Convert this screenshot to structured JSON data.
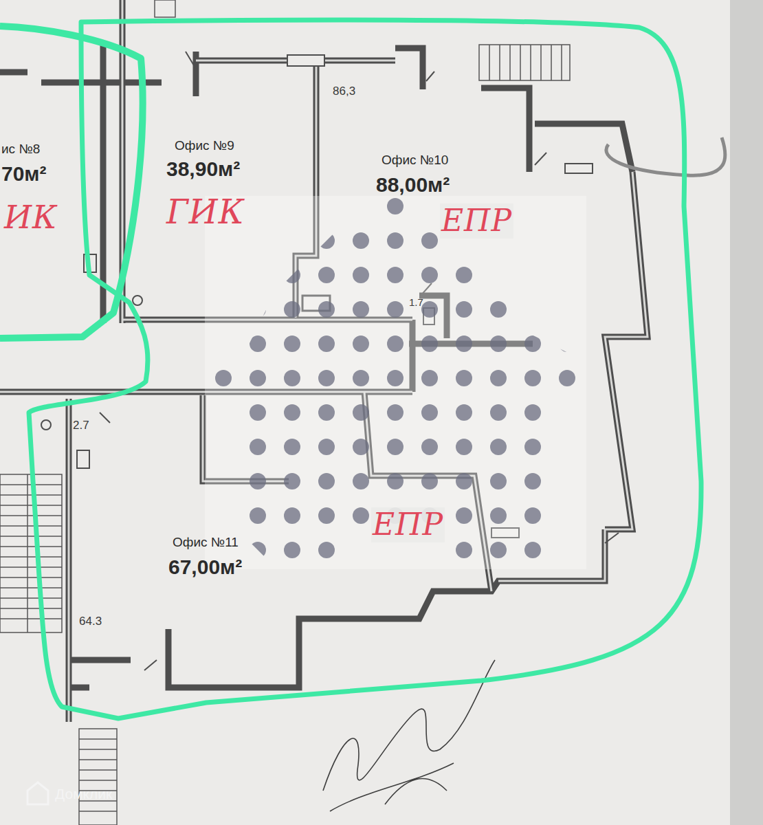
{
  "diagram": {
    "nodes": [
      {
        "text": [
          "ис №8",
          "70м²",
          "ИК"
        ]
      },
      {
        "text": [
          "Офис №9",
          "38,90м²",
          "ГИК"
        ]
      },
      {
        "text": [
          "Офис №10",
          "88,00м²",
          "ЕПР"
        ]
      },
      {
        "text": [
          "Офис №11",
          "67,00м²",
          "ЕПР"
        ]
      }
    ],
    "labels": [
      "86,3",
      "1.7",
      "2.7",
      "64.3",
      "Домклик"
    ]
  }
}
